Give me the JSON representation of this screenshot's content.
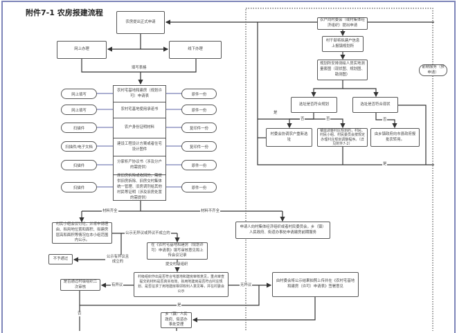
{
  "title": "附件7-1 农房报建流程",
  "main": {
    "apply": "农房提出正式申请",
    "online": "网上办理",
    "offline": "线下办理",
    "fill_form": "填写表格",
    "materials": [
      "农村宅基地和建房（规划许可）申请表",
      "农村宅基地使用承诺书",
      "农户身份证明材料",
      "建设工程设计方案或者住宅设计图件",
      "分家析产协议书（涉及分户的需提供）",
      "原旧房拆除或收回的，需提供旧房拆除、旧房交村集体统一管理、旧房调剂给其他村民等证明（涉及旧房处置的需提供）"
    ],
    "left_pills": [
      "网上填写",
      "网上填写",
      "扫描件",
      "扫描件/电子文档",
      "扫描件",
      "扫描件"
    ],
    "right_pills": [
      "原件一份",
      "原件一份",
      "复印件一份",
      "复印件一份",
      "原件一份",
      "原件一份"
    ],
    "complete": "材料齐全",
    "incomplete": "材料不齐全",
    "group_meeting": "村民小组会议讨论，并将申请理由、拟用地位置和面积、拟建房层高和面积等情况在本小组范围内公示。",
    "pre_service_apply": "申请人向村集体经济组织或者村民委员会，乡（镇）人民政府、街道办事处申请建房前期服务",
    "no_objection_pub": "公示无异议或异议不成立的",
    "objection_pub": "公示有异议且成立的",
    "reject": "不予通过",
    "fill_opinion": "在《农村宅基地和建房（规划许可）申请表》填写审核意见和上传会议记录",
    "submit_village": "提交村级组织",
    "village_review": "村级组织作出是否符合宅基地和建房审核意见，重点审查提交的材料是否真实有效、拟用地建房是否符合村庄规划、是否征求了用地建房相邻权利人意见等，并在村委会公示",
    "has_objection": "有异议",
    "second_review": "是否通过村级组织二次审核",
    "no_objection": "无异议",
    "committee_upload": "由村委会将公示结果拍照上传并在《农村宅基地和建房（许可）申请表》签署意见",
    "yes": "是",
    "no": "否",
    "town_gov": "乡（镇）人民政府、街道办事处受理"
  },
  "pre": {
    "s1": "农户向村委会（或村集体经济组织）提出申请",
    "s2": "村干部将拟建户信息上报镇规划所",
    "s3": "规划所安排测绘人员实地测量套图（现状图、规划图、勘测图）",
    "plan_check": "选址是否符合规划",
    "status_check": "选址是否符合现状",
    "reselect": "村委会协调农户重新选址",
    "adjust_plan": "镇需调整村庄规划的，村民、村民小组、村民委员会按规定办理村庄规划调整程序。（详见附件7-2）",
    "convert": "由乡镇政府向市县政府报批农转用。",
    "yes": "是",
    "no": "否",
    "label": "前期服务（预申请）"
  }
}
